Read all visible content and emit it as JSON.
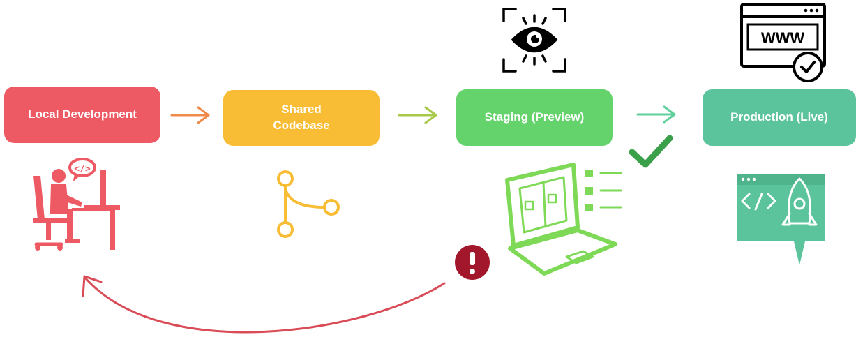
{
  "stages": [
    {
      "label": "Local Development"
    },
    {
      "label": "Shared\nCodebase"
    },
    {
      "label": "Staging (Preview)"
    },
    {
      "label": "Production (Live)"
    }
  ],
  "browser_icon": {
    "url_text": "WWW"
  },
  "colors": {
    "local": "#ee5a63",
    "shared": "#f8bd35",
    "staging": "#64d36b",
    "production": "#5cc49c",
    "check": "#3aa04a",
    "alert": "#a3172c",
    "loop_arrow": "#d94b57"
  },
  "icons": {
    "local": "developer-at-desk-icon",
    "shared": "git-branch-icon",
    "staging_top": "eye-scan-icon",
    "staging": "laptop-checklist-icon",
    "production_top": "browser-www-check-icon",
    "production": "code-window-rocket-icon",
    "feedback": "alert-icon"
  }
}
